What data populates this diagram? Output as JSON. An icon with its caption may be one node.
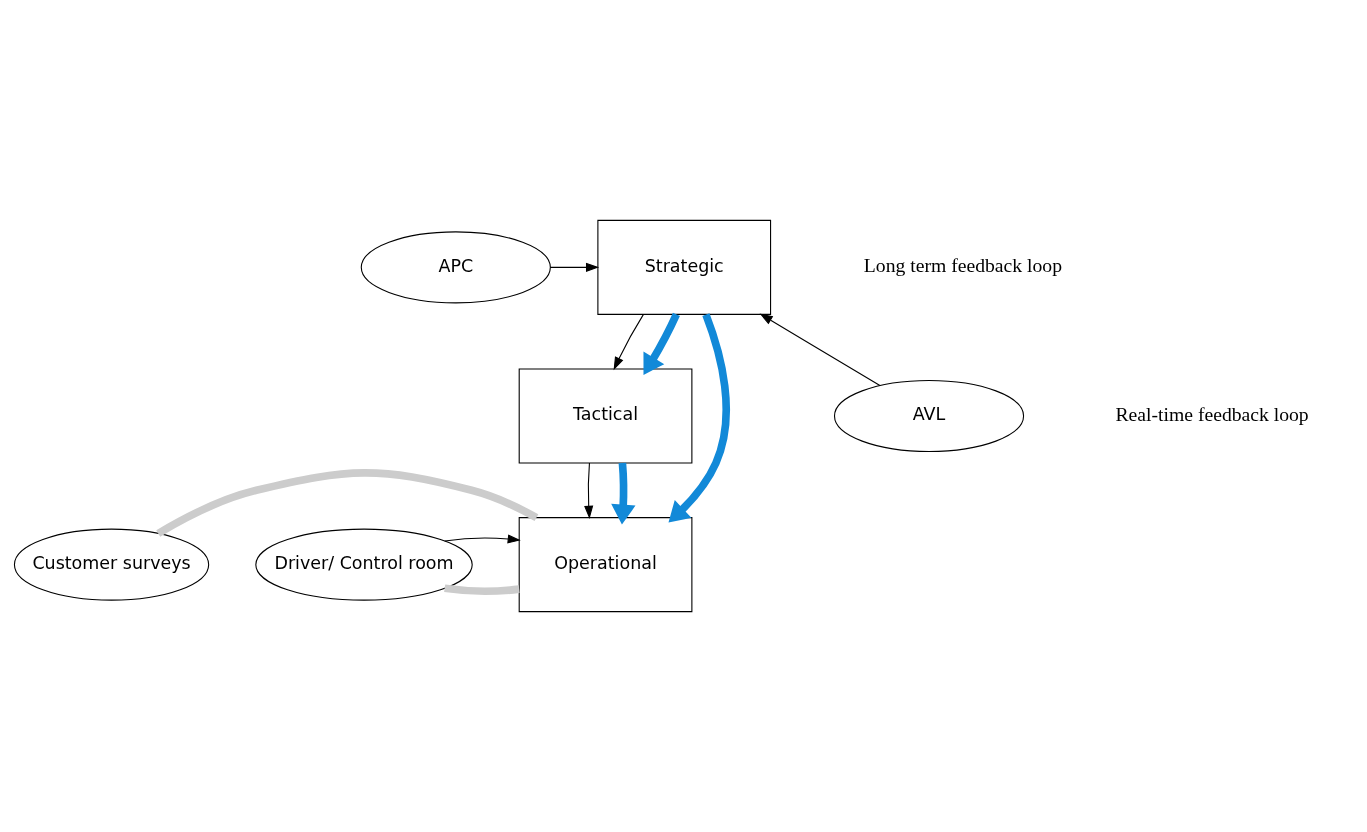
{
  "diagram": {
    "nodes": [
      {
        "text": [
          "Strategic"
        ]
      },
      {
        "text": [
          "Tactical"
        ]
      },
      {
        "text": [
          "Operational"
        ]
      },
      {
        "text": [
          "APC"
        ]
      },
      {
        "text": [
          "AVL"
        ]
      },
      {
        "text": [
          "Customer surveys"
        ]
      },
      {
        "text": [
          "Driver/ Control room"
        ]
      }
    ],
    "edges": [
      {
        "from": 0,
        "to": 1,
        "arrow": "to"
      },
      {
        "from": 1,
        "to": 2,
        "arrow": "to"
      },
      {
        "from": 0,
        "to": 2,
        "arrow": "to",
        "style": "thick",
        "color": "#1289d8"
      },
      {
        "from": 0,
        "to": 1,
        "arrow": "to",
        "style": "thick",
        "color": "#1289d8"
      },
      {
        "from": 1,
        "to": 2,
        "arrow": "to",
        "style": "thick",
        "color": "#1289d8"
      },
      {
        "from": 3,
        "to": 0,
        "arrow": "to"
      },
      {
        "from": 4,
        "to": 0,
        "arrow": "to"
      },
      {
        "from": 5,
        "to": 2,
        "arrow": "none",
        "style": "thick",
        "color": "#cccccc"
      },
      {
        "from": 6,
        "to": 2,
        "arrow": "none",
        "style": "thick",
        "color": "#cccccc"
      },
      {
        "from": 6,
        "to": 2,
        "arrow": "to"
      }
    ],
    "labels": [
      "Long term feedback loop",
      "Real-time feedback loop"
    ]
  }
}
